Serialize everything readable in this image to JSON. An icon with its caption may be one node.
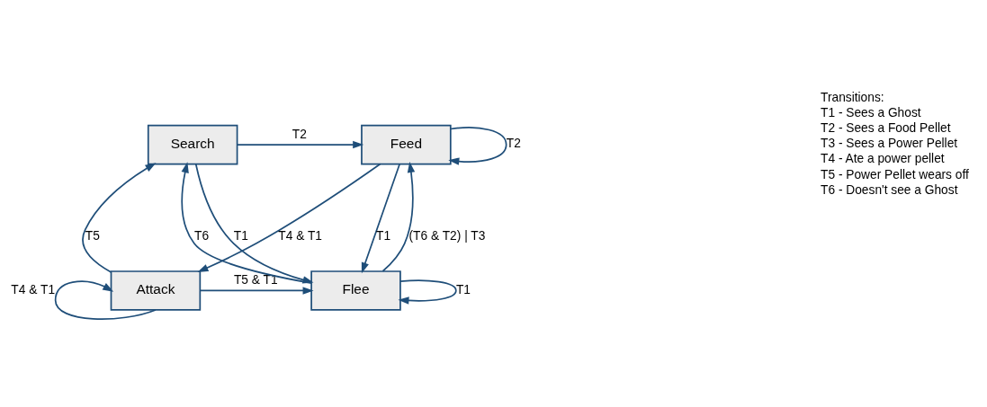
{
  "diagram": {
    "nodes": [
      {
        "text": [
          "Search"
        ]
      },
      {
        "text": [
          "Feed"
        ]
      },
      {
        "text": [
          "Attack"
        ]
      },
      {
        "text": [
          "Flee"
        ]
      }
    ],
    "edges": [
      {
        "from": 0,
        "to": 1,
        "arrow": "to",
        "label": "T2"
      },
      {
        "from": 1,
        "to": 1,
        "arrow": "to",
        "label": "T2"
      },
      {
        "from": 0,
        "to": 3,
        "arrow": "to",
        "label": "T1"
      },
      {
        "from": 3,
        "to": 0,
        "arrow": "to",
        "label": "T6"
      },
      {
        "from": 1,
        "to": 2,
        "arrow": "to",
        "label": "T4 & T1"
      },
      {
        "from": 1,
        "to": 3,
        "arrow": "to",
        "label": "T1"
      },
      {
        "from": 3,
        "to": 1,
        "arrow": "to",
        "label": "(T6 & T2) | T3"
      },
      {
        "from": 2,
        "to": 0,
        "arrow": "to",
        "label": "T5"
      },
      {
        "from": 2,
        "to": 3,
        "arrow": "to",
        "label": "T5 & T1"
      },
      {
        "from": 2,
        "to": 2,
        "arrow": "to",
        "label": "T4 & T1"
      },
      {
        "from": 3,
        "to": 3,
        "arrow": "to",
        "label": "T1"
      }
    ],
    "labels": [
      "Transitions:",
      "T1 - Sees a Ghost",
      "T2 - Sees a Food Pellet",
      "T3 - Sees a Power Pellet",
      "T4 - Ate a power pellet",
      "T5 - Power Pellet wears off",
      "T6 - Doesn't see a Ghost"
    ]
  }
}
